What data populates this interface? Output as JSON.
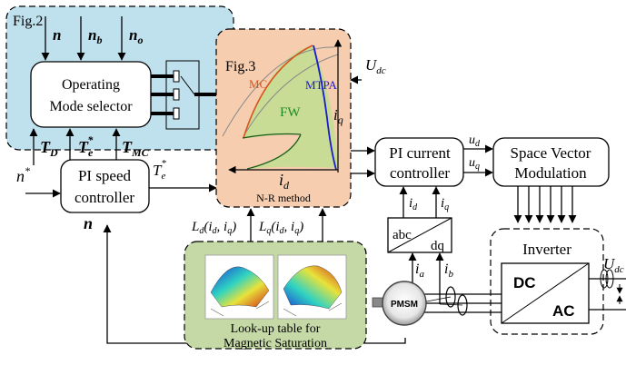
{
  "fig2": {
    "label": "Fig.2",
    "inputs": [
      "n",
      "n",
      "n"
    ],
    "input_subs": [
      "",
      "b",
      "o"
    ],
    "selector_line1": "Operating",
    "selector_line2": "Mode selector",
    "outputs": [
      "T",
      "T",
      "T"
    ],
    "output_subs": [
      "D",
      "e",
      "MC"
    ],
    "output_sup": "*"
  },
  "speed": {
    "ref": "n",
    "ref_sup": "*",
    "line1": "PI speed",
    "line2": "controller",
    "feedback": "n",
    "te": "T",
    "te_sub": "e",
    "te_sup": "*"
  },
  "fig3": {
    "label": "Fig.3",
    "mc": "MC",
    "mtpa": "MTPA",
    "fw": "FW",
    "iq": "i",
    "iq_sub": "q",
    "id": "i",
    "id_sub": "d",
    "method": "N-R method",
    "udc": "U",
    "udc_sub": "dc"
  },
  "inductance": {
    "ld": "L",
    "ld_sub": "d",
    "ld_args": "(i",
    "ld_args_sub1": "d",
    "ld_args_mid": ", i",
    "ld_args_sub2": "q",
    "ld_args_end": ")",
    "lq": "L",
    "lq_sub": "q",
    "lq_args": "(i",
    "lq_args_sub1": "d",
    "lq_args_mid": ", i",
    "lq_args_sub2": "q",
    "lq_args_end": ")"
  },
  "current": {
    "line1": "PI current",
    "line2": "controller",
    "ud": "u",
    "ud_sub": "d",
    "uq": "u",
    "uq_sub": "q",
    "fb_id": "i",
    "fb_id_sub": "d",
    "fb_iq": "i",
    "fb_iq_sub": "q"
  },
  "svm": {
    "line1": "Space Vector",
    "line2": "Modulation"
  },
  "transform": {
    "from": "abc",
    "to": "dq",
    "ia": "i",
    "ia_sub": "a",
    "ib": "i",
    "ib_sub": "b"
  },
  "inverter": {
    "title": "Inverter",
    "dc": "DC",
    "ac": "AC",
    "udc": "U",
    "udc_sub": "dc"
  },
  "motor": {
    "label": "PMSM"
  },
  "lut": {
    "line1": "Look-up table for",
    "line2": "Magnetic Saturation"
  },
  "colors": {
    "fig2_bg": "#bfe1ee",
    "fig3_bg": "#f6cdae",
    "lut_bg": "#c5d9a6",
    "fw_fill": "#c9dc95",
    "mc_curve": "#d9531e",
    "mtpa_curve": "#1a1ad0",
    "fw_text": "#1f8a1f"
  }
}
